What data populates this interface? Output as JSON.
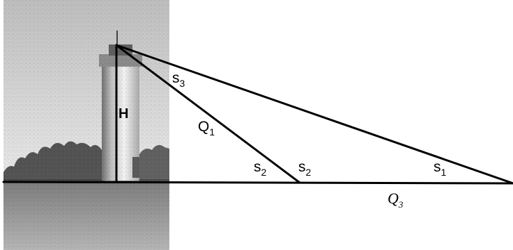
{
  "diagram": {
    "labels": {
      "height": "H",
      "angle_top": "s",
      "angle_top_sub": "3",
      "hyp_near": "Q",
      "hyp_near_sub": "1",
      "angle_near_left": "s",
      "angle_near_left_sub": "2",
      "angle_near_right": "s",
      "angle_near_right_sub": "2",
      "angle_far": "s",
      "angle_far_sub": "1",
      "base_far": "Q",
      "base_far_sub": "3"
    },
    "colors": {
      "stroke": "#000000",
      "background": "#ffffff",
      "photo_sky": "#d9d9d9",
      "photo_ground": "#9a9a9a",
      "tower_body": "#e6e6e6",
      "trees": "#3a3a3a"
    },
    "photo": {
      "description_icon": "lighthouse-tower-photo-icon"
    }
  }
}
